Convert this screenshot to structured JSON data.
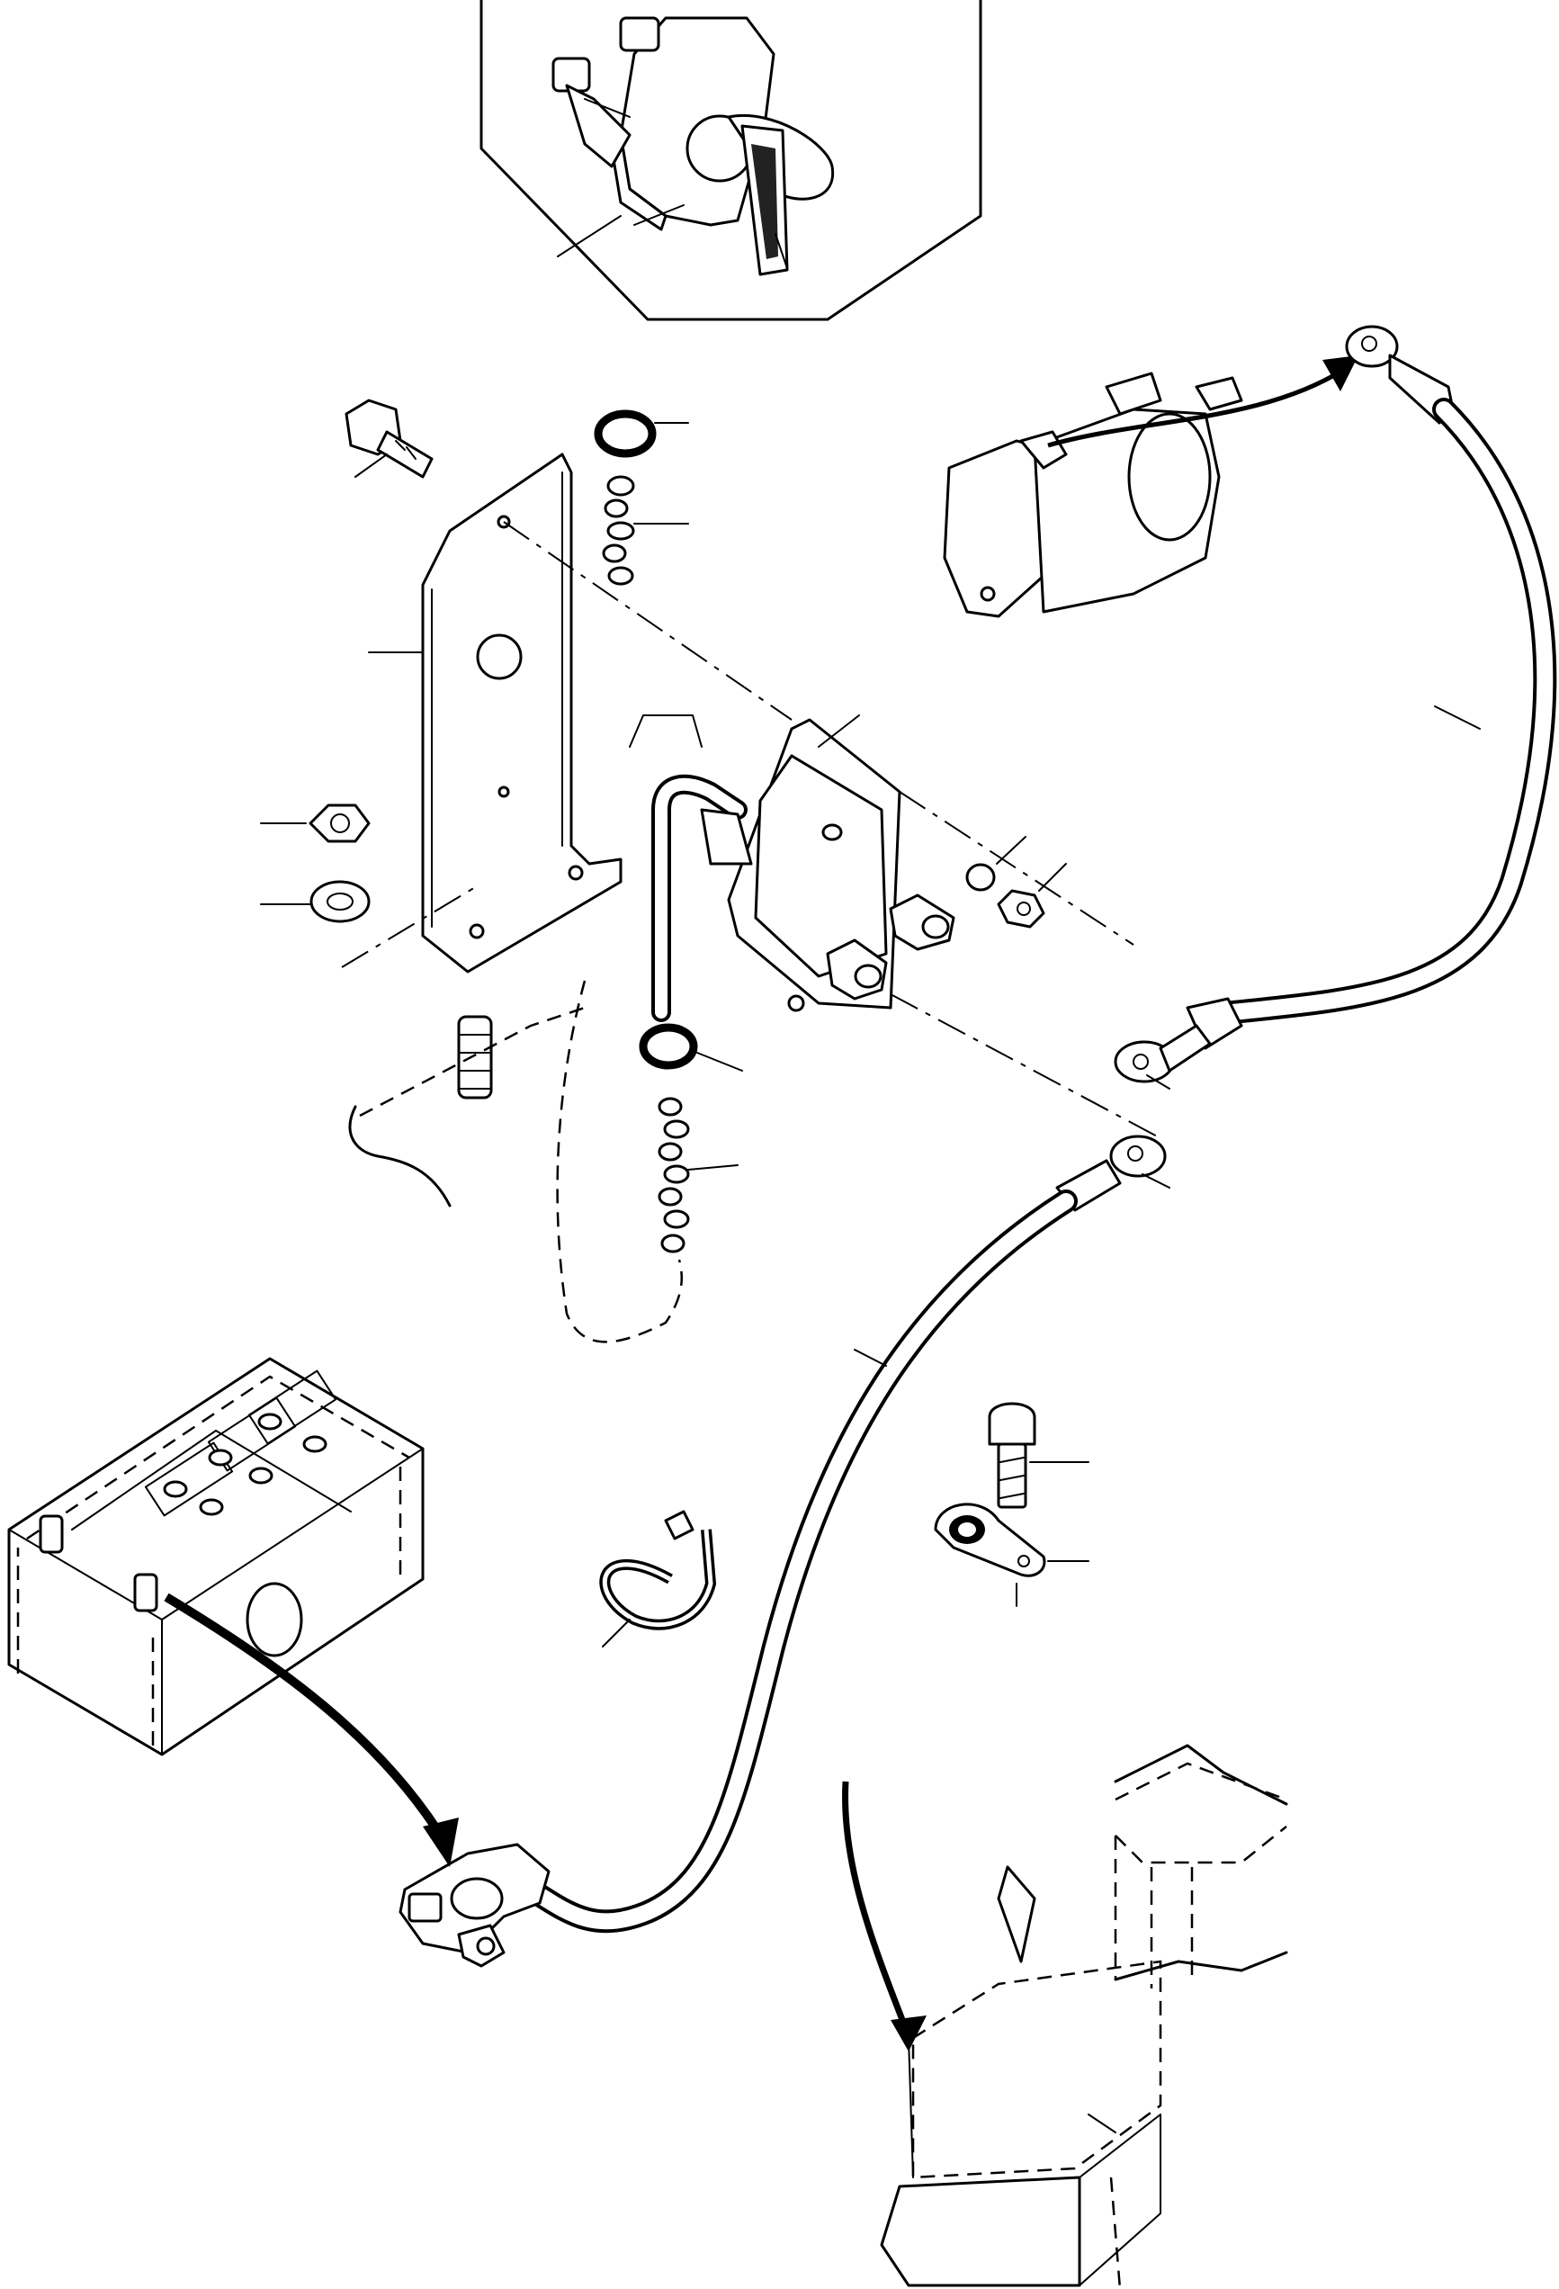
{
  "diagram": {
    "kind": "exploded-parts-view",
    "line_color": "#000000",
    "background": "#ffffff",
    "components": [
      "battery-isolator-switch-inset",
      "mounting-bracket",
      "mounting-bolt",
      "nut",
      "washer",
      "rubber-grommet",
      "retaining-chain",
      "solenoid-relay",
      "starter-motor",
      "positive-battery-cable",
      "negative-battery-cable",
      "battery",
      "battery-terminal-clamp",
      "cable-clip",
      "ground-bolt",
      "ground-strap-lug",
      "frame-member",
      "chassis-ground-block",
      "mount-post"
    ],
    "leader_count": 18
  }
}
